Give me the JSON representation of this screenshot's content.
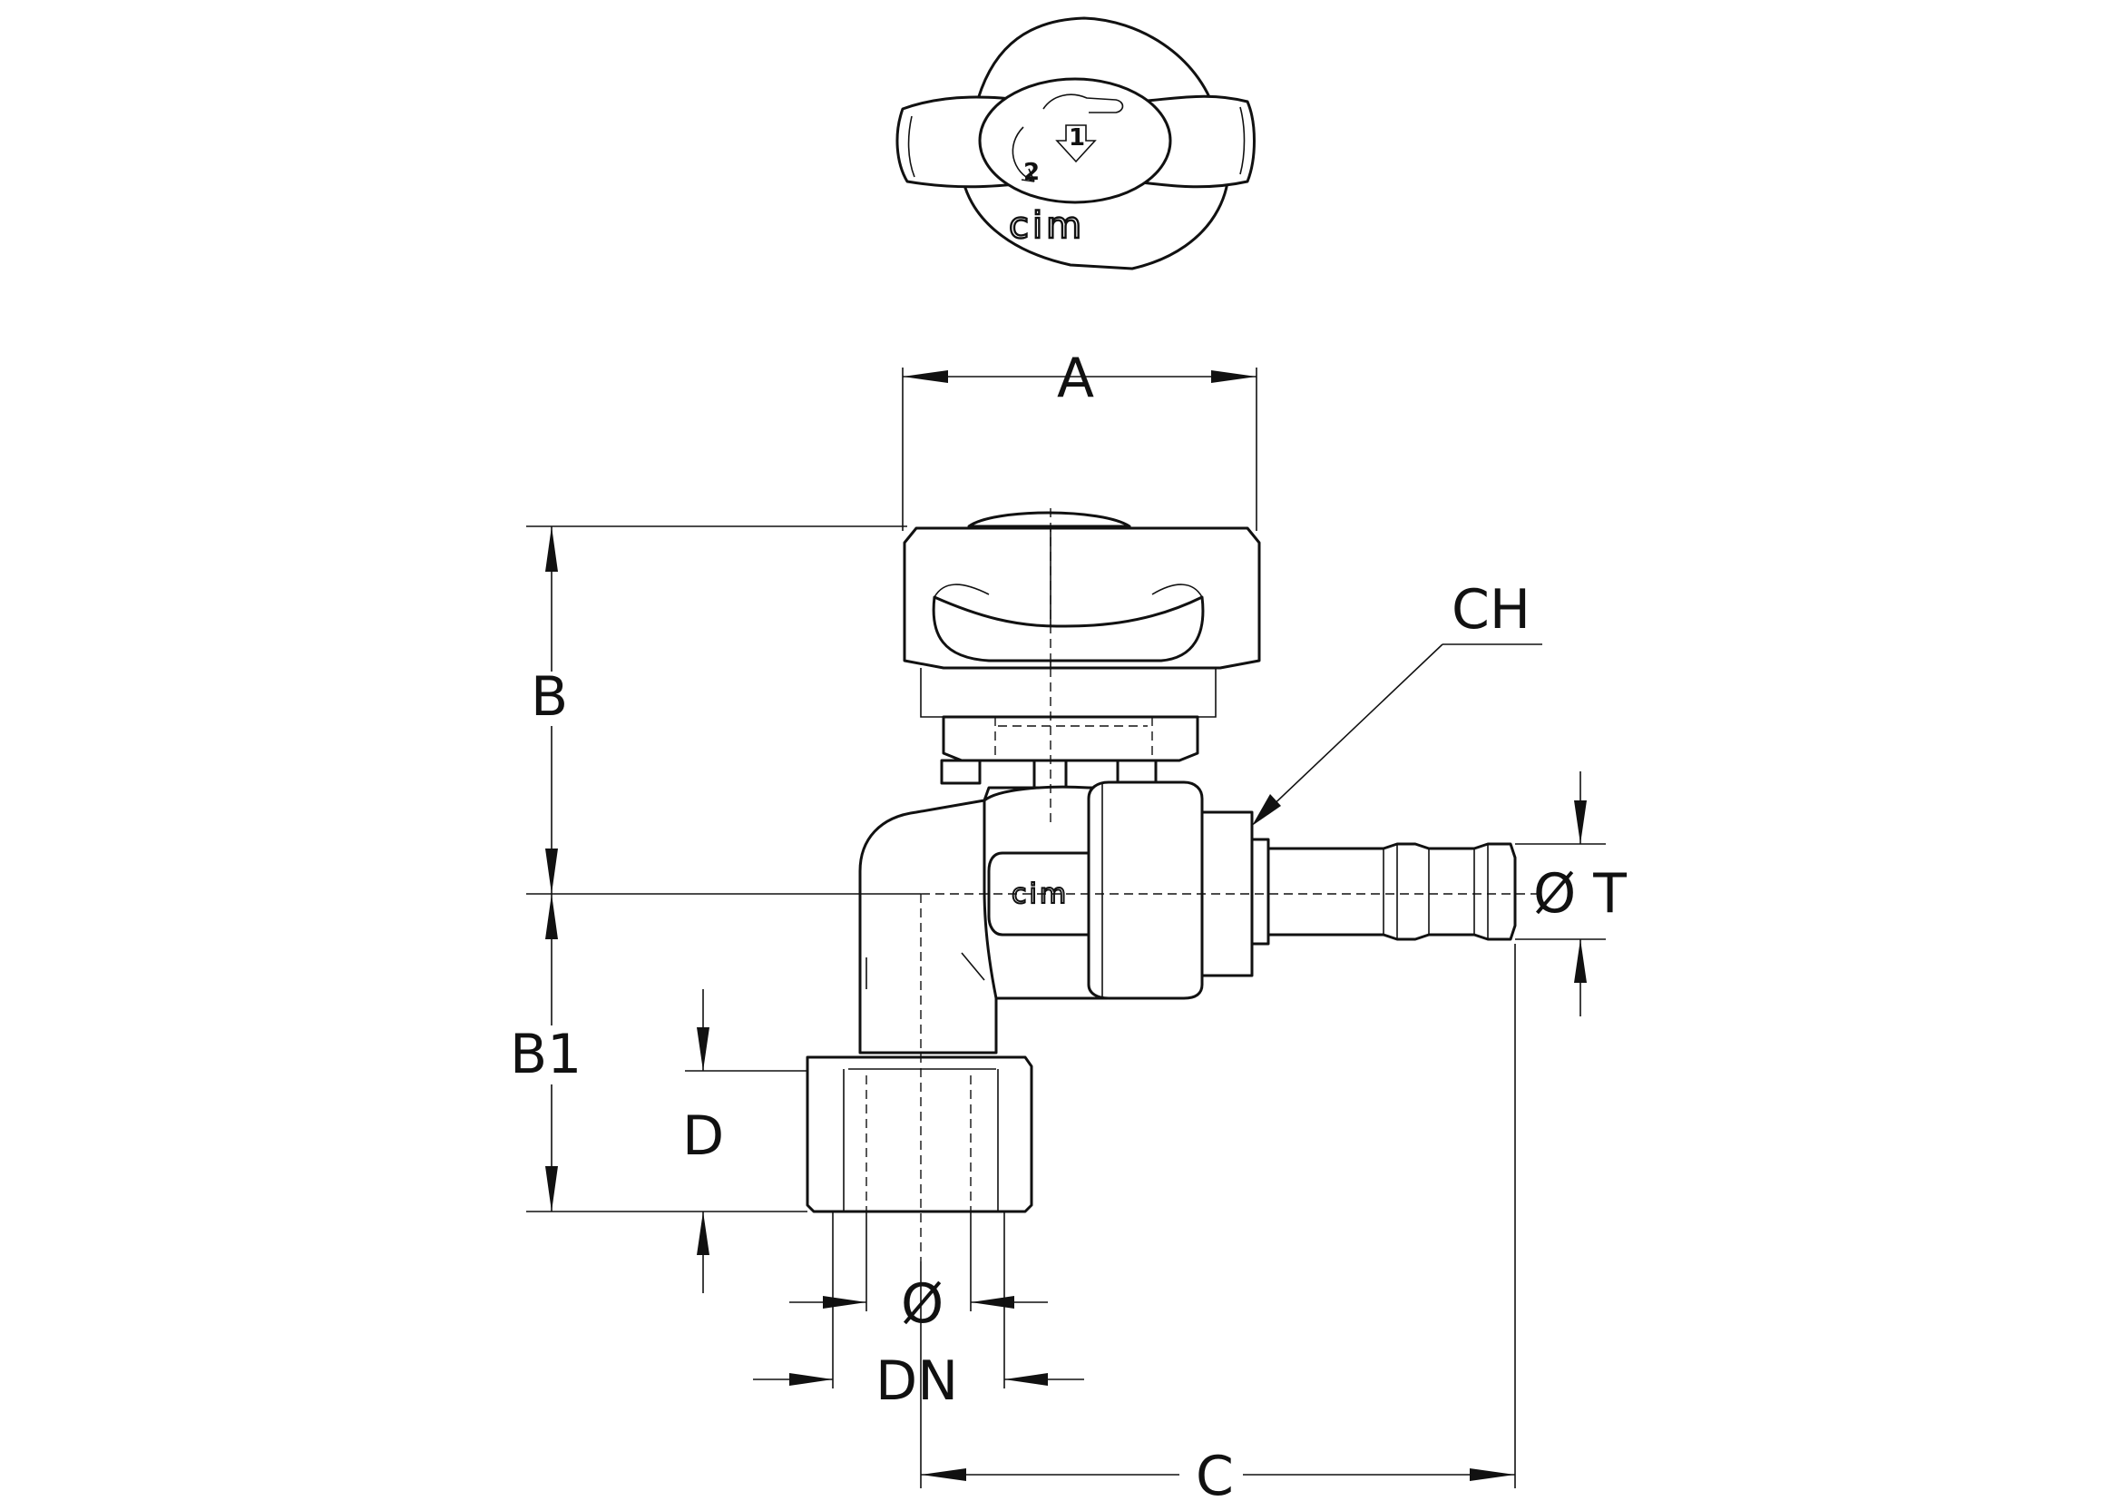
{
  "diagram": {
    "brand_mark": "cim",
    "handle_step_1": "1",
    "handle_step_2": "2",
    "dimensions": {
      "a": "A",
      "b": "B",
      "b1": "B1",
      "c": "C",
      "ch": "CH",
      "d": "D",
      "diameter": "Ø",
      "dn": "DN",
      "diameter_t": "Ø T"
    }
  }
}
